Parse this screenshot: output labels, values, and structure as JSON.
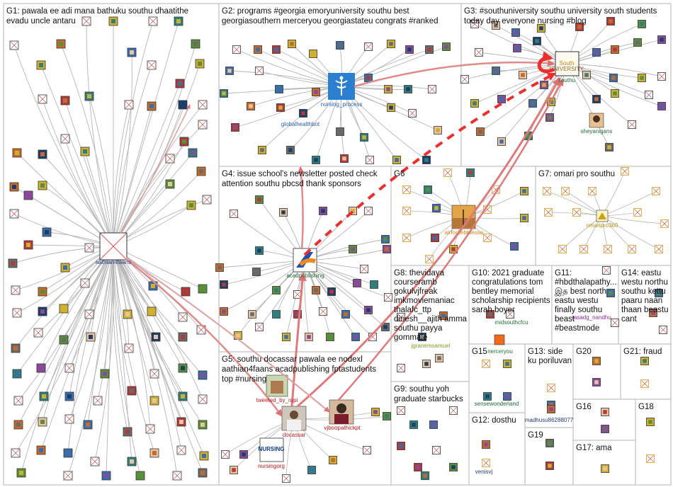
{
  "graph": {
    "groups": [
      {
        "id": "G1",
        "label": [
          "G1: pawala ee adi mana bathuku southu dhaatithe",
          "evadu uncle antaru"
        ]
      },
      {
        "id": "G2",
        "label": [
          "G2: programs #georgia emoryuniversity southu best",
          "georgiasouthern merceryou georgiastateu congrats #ranked"
        ]
      },
      {
        "id": "G3",
        "label": [
          "G3: #southuniversity southu university south students",
          "today day everyone nursing #blog"
        ]
      },
      {
        "id": "G4",
        "label": [
          "G4: issue school's newsletter posted check",
          "attention southu pbcsd thank sponsors"
        ]
      },
      {
        "id": "G5",
        "label": [
          "G5: southu docassar pawala ee nodexl",
          "aathian4faans acadpublishing fptastudents",
          "top #nursing"
        ]
      },
      {
        "id": "G6",
        "label": [
          "G6"
        ]
      },
      {
        "id": "G7",
        "label": [
          "G7: omari pro southu"
        ]
      },
      {
        "id": "G8",
        "label": [
          "G8: thevidaya",
          "courseramb",
          "gokulvjfreak",
          "imkmoviemaniac",
          "thalafc_ttp",
          "dinesh__ajith amma",
          "southu payya",
          "gommale"
        ]
      },
      {
        "id": "G9",
        "label": [
          "G9: southu yoh",
          "graduate starbucks"
        ]
      },
      {
        "id": "G10",
        "label": [
          "G10: 2021 graduate",
          "congratulations tom",
          "bentley memorial",
          "scholarship recipients",
          "sarah boyer"
        ]
      },
      {
        "id": "G11",
        "label": [
          "G11:",
          "#hbdthalapathy...",
          "இத best north",
          "eastu westu",
          "finally southu",
          "beast",
          "#beastmode"
        ]
      },
      {
        "id": "G12",
        "label": [
          "G12: dosthu"
        ]
      },
      {
        "id": "G13",
        "label": [
          "G13: side",
          "ku poriluvan"
        ]
      },
      {
        "id": "G14",
        "label": [
          "G14: eastu",
          "westu northu",
          "southu kettu",
          "paaru naan",
          "thaan beastu",
          "cant"
        ]
      },
      {
        "id": "G15",
        "label": [
          "G15"
        ]
      },
      {
        "id": "G16",
        "label": [
          "G16"
        ]
      },
      {
        "id": "G17",
        "label": [
          "G17: ama"
        ]
      },
      {
        "id": "G18",
        "label": [
          "G18"
        ]
      },
      {
        "id": "G19",
        "label": [
          "G19"
        ]
      },
      {
        "id": "G20",
        "label": [
          "G20"
        ]
      },
      {
        "id": "G21",
        "label": [
          "G21: fraud"
        ]
      }
    ],
    "labeled_nodes": [
      {
        "id": "aathian4faans",
        "label": "aathian4faans"
      },
      {
        "id": "nursing_process",
        "label": "nursing_process"
      },
      {
        "id": "globalhealthbot",
        "label": "globalhealthbot"
      },
      {
        "id": "southu",
        "label": "southu"
      },
      {
        "id": "sheyanigans",
        "label": "sheyanigans"
      },
      {
        "id": "acadpublishing",
        "label": "acadpublishing"
      },
      {
        "id": "airforceblueuse",
        "label": "airforceblueuse"
      },
      {
        "id": "omaripro360",
        "label": "omaripro360"
      },
      {
        "id": "midsouthcfcu",
        "label": "midsouthcfcu"
      },
      {
        "id": "rasadg_nandhu",
        "label": "rasadg_nandhu"
      },
      {
        "id": "jgranemsamuel",
        "label": "jgranemsamuel"
      },
      {
        "id": "tweeted_by_rupi",
        "label": "tweeted_by_rupi"
      },
      {
        "id": "docassar",
        "label": "docassar"
      },
      {
        "id": "vjboopathickpt",
        "label": "vjboopathickpt"
      },
      {
        "id": "nursingorg",
        "label": "nursingorg"
      },
      {
        "id": "nerceryou",
        "label": "nerceryou"
      },
      {
        "id": "sensewonderland",
        "label": "sensewonderland"
      },
      {
        "id": "madhusu86288077",
        "label": "madhusu86288077"
      },
      {
        "id": "venisvj",
        "label": "venisvj"
      }
    ],
    "node_text": {
      "south_logo": "South",
      "south_logo_sub": "UNIVERSITY",
      "nursing_logo": "NURSING"
    }
  }
}
